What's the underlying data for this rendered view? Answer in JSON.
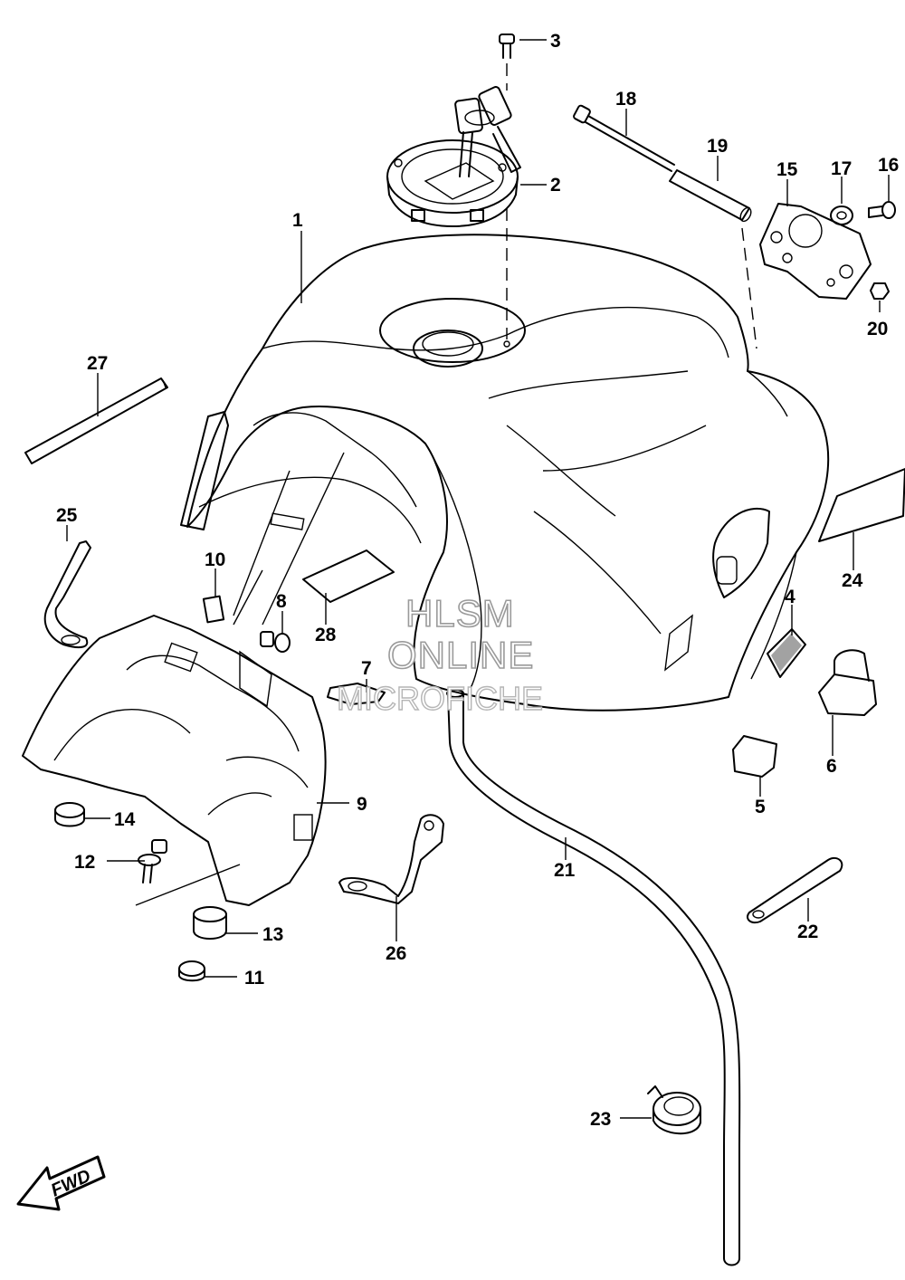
{
  "callouts": [
    "1",
    "2",
    "3",
    "4",
    "5",
    "6",
    "7",
    "8",
    "9",
    "10",
    "11",
    "12",
    "13",
    "14",
    "15",
    "16",
    "17",
    "18",
    "19",
    "20",
    "21",
    "22",
    "23",
    "24",
    "25",
    "26",
    "27",
    "28"
  ],
  "watermark": {
    "line1": "HLSM",
    "line2": "ONLINE",
    "line3": "MICROFICHE"
  },
  "direction_label": "FWD"
}
